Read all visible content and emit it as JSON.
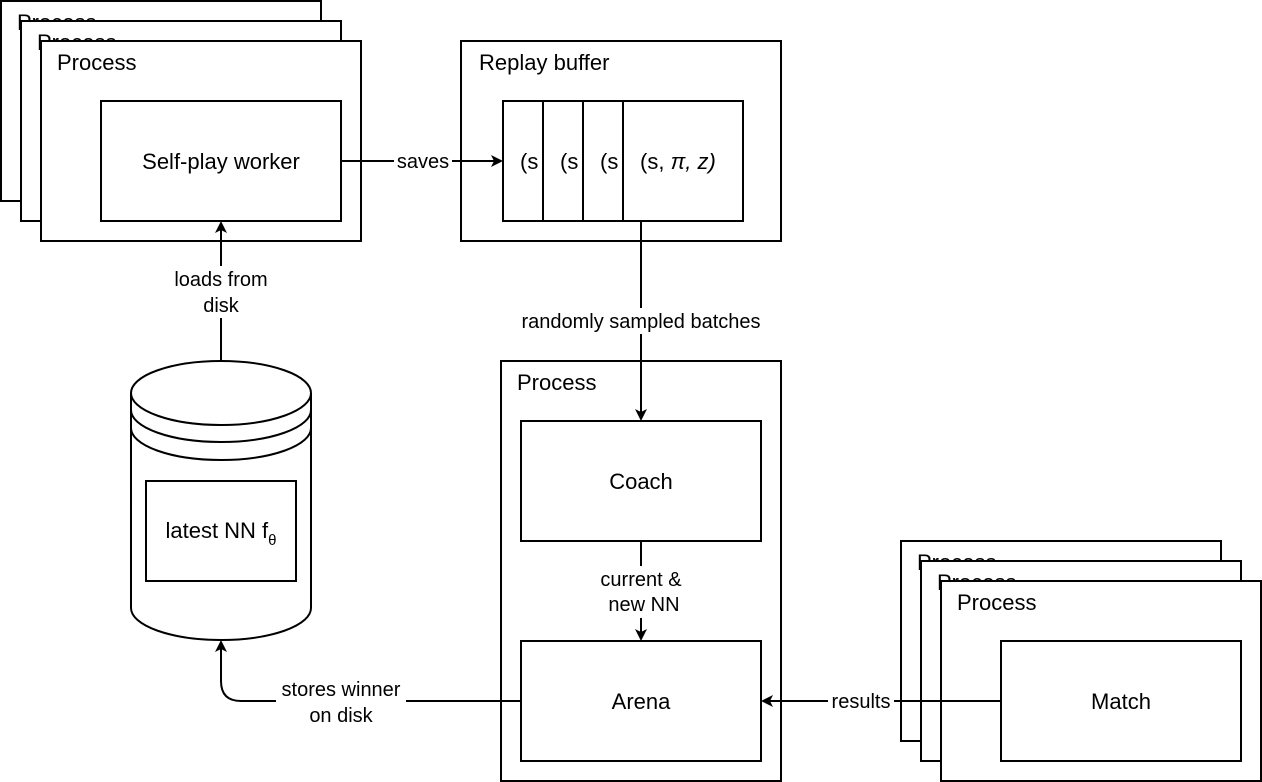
{
  "selfplay": {
    "process_labels": [
      "Process",
      "Process",
      "Process"
    ],
    "worker_label": "Self-play worker"
  },
  "replay": {
    "title": "Replay buffer",
    "cells": [
      "(s",
      "(s",
      "(s"
    ],
    "last_cell_prefix": "(s, ",
    "last_cell_italic": "π, z)"
  },
  "edges": {
    "saves": "saves",
    "loads_line1": "loads from",
    "loads_line2": "disk",
    "sampled": "randomly sampled batches",
    "current_line1": "current &",
    "current_line2": "new NN",
    "stores_line1": "stores winner",
    "stores_line2": "on disk",
    "results": "results"
  },
  "database": {
    "label": "latest NN f",
    "subscript": "θ"
  },
  "trainer": {
    "process_label": "Process",
    "coach": "Coach",
    "arena": "Arena"
  },
  "matches": {
    "process_labels": [
      "Process",
      "Process",
      "Process"
    ],
    "match_label": "Match"
  }
}
